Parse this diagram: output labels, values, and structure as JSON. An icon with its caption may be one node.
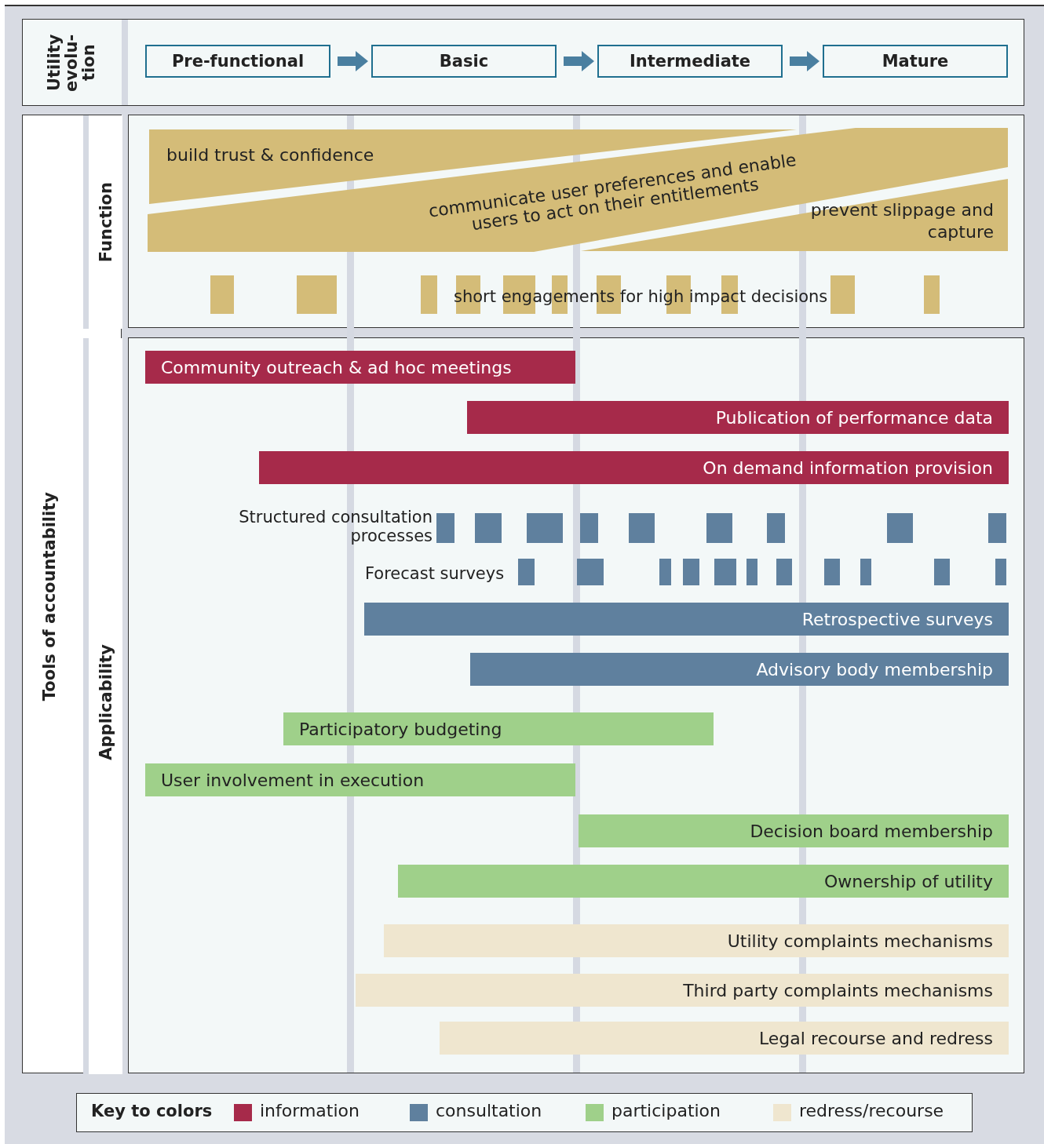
{
  "diagram": {
    "nodes": [
      {
        "text": [
          "Utility evolu-tion"
        ]
      },
      {
        "text": [
          "Pre-functional"
        ]
      },
      {
        "text": [
          "Basic"
        ]
      },
      {
        "text": [
          "Intermediate"
        ]
      },
      {
        "text": [
          "Mature"
        ]
      },
      {
        "text": [
          "Tools of accountability"
        ]
      },
      {
        "text": [
          "Function"
        ],
        "in": 5
      },
      {
        "text": [
          "Applicability"
        ],
        "in": 5
      },
      {
        "text": [
          "build trust & confidence"
        ]
      },
      {
        "text": [
          "communicate user preferences and enable users to act on their entitlements"
        ]
      },
      {
        "text": [
          "prevent slippage and capture"
        ]
      },
      {
        "text": [
          "Community outreach & ad hoc meetings"
        ]
      },
      {
        "text": [
          "Publication of performance data"
        ]
      },
      {
        "text": [
          "On demand information provision"
        ]
      },
      {
        "text": [
          "Retrospective surveys"
        ]
      },
      {
        "text": [
          "Advisory body membership"
        ]
      },
      {
        "text": [
          "Participatory budgeting"
        ]
      },
      {
        "text": [
          "User involvement in execution"
        ]
      },
      {
        "text": [
          "Decision board membership"
        ]
      },
      {
        "text": [
          "Ownership of utility"
        ]
      },
      {
        "text": [
          "Utility complaints mechanisms"
        ]
      },
      {
        "text": [
          "Third party complaints mechanisms"
        ]
      },
      {
        "text": [
          "Legal recourse and redress"
        ]
      }
    ],
    "edges": [
      {
        "from": 1,
        "to": 2,
        "arrow": "to"
      },
      {
        "from": 2,
        "to": 3,
        "arrow": "to"
      },
      {
        "from": 3,
        "to": 4,
        "arrow": "to"
      }
    ],
    "labels": [
      "short engagements for high impact decisions",
      "Structured consultation processes",
      "Forecast surveys",
      "Key to colors"
    ],
    "legend": [
      {
        "text": "information",
        "color": "#a62a4a"
      },
      {
        "text": "consultation",
        "color": "#5f809e"
      },
      {
        "text": "participation",
        "color": "#9fd08a"
      },
      {
        "text": "redress/recourse",
        "color": "#efe6cf"
      }
    ]
  }
}
